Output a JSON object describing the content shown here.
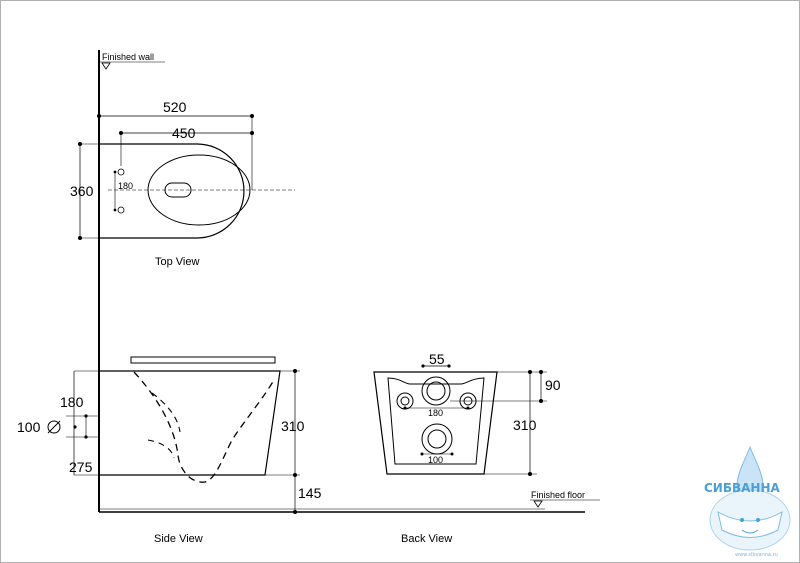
{
  "labels": {
    "finished_wall": "Finished  wall",
    "finished_floor": "Finished  floor",
    "top_view": "Top View",
    "side_view": "Side View",
    "back_view": "Back View"
  },
  "top_view_dims": {
    "overall_length": "520",
    "bowl_length": "450",
    "width": "360",
    "bolt_spacing": "180"
  },
  "side_view_dims": {
    "top_to_bolts": "180",
    "bolt_diameter": "100",
    "bolts_to_floor": "275",
    "height": "310",
    "bottom_offset": "145"
  },
  "back_view_dims": {
    "inlet_diameter": "55",
    "inlet_height": "90",
    "bolt_spacing": "180",
    "outlet_diameter": "100",
    "height": "310"
  },
  "watermark": {
    "brand": "СИБВАННА",
    "url": "www.sibvanna.ru"
  }
}
